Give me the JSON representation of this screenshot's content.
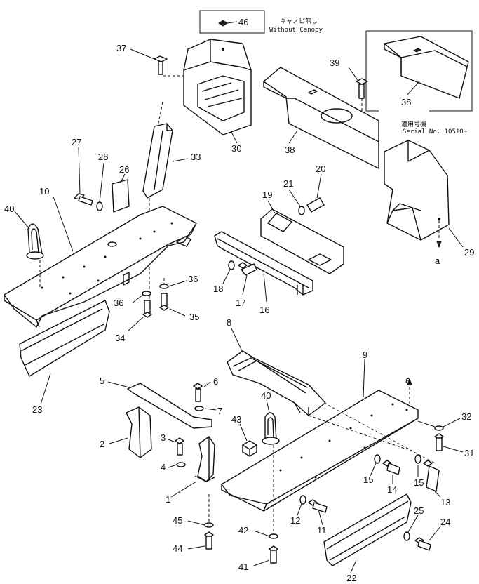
{
  "notes": {
    "without_canopy_jp": "キャノピ無し",
    "without_canopy_en": "Without Canopy",
    "serial_jp": "適用号機",
    "serial_en": "Serial No. 10510~",
    "arrow_label_a": "a"
  },
  "callouts": [
    {
      "id": "c1",
      "label": "1"
    },
    {
      "id": "c2",
      "label": "2"
    },
    {
      "id": "c3",
      "label": "3"
    },
    {
      "id": "c4",
      "label": "4"
    },
    {
      "id": "c5",
      "label": "5"
    },
    {
      "id": "c6",
      "label": "6"
    },
    {
      "id": "c7",
      "label": "7"
    },
    {
      "id": "c8",
      "label": "8"
    },
    {
      "id": "c9",
      "label": "9"
    },
    {
      "id": "c10",
      "label": "10"
    },
    {
      "id": "c11",
      "label": "11"
    },
    {
      "id": "c12",
      "label": "12"
    },
    {
      "id": "c13",
      "label": "13"
    },
    {
      "id": "c14",
      "label": "14"
    },
    {
      "id": "c15a",
      "label": "15"
    },
    {
      "id": "c15b",
      "label": "15"
    },
    {
      "id": "c16",
      "label": "16"
    },
    {
      "id": "c17",
      "label": "17"
    },
    {
      "id": "c18",
      "label": "18"
    },
    {
      "id": "c19",
      "label": "19"
    },
    {
      "id": "c20",
      "label": "20"
    },
    {
      "id": "c21",
      "label": "21"
    },
    {
      "id": "c22",
      "label": "22"
    },
    {
      "id": "c23",
      "label": "23"
    },
    {
      "id": "c24",
      "label": "24"
    },
    {
      "id": "c25",
      "label": "25"
    },
    {
      "id": "c26",
      "label": "26"
    },
    {
      "id": "c27",
      "label": "27"
    },
    {
      "id": "c28",
      "label": "28"
    },
    {
      "id": "c29",
      "label": "29"
    },
    {
      "id": "c30",
      "label": "30"
    },
    {
      "id": "c31",
      "label": "31"
    },
    {
      "id": "c32",
      "label": "32"
    },
    {
      "id": "c33",
      "label": "33"
    },
    {
      "id": "c34",
      "label": "34"
    },
    {
      "id": "c35",
      "label": "35"
    },
    {
      "id": "c36a",
      "label": "36"
    },
    {
      "id": "c36b",
      "label": "36"
    },
    {
      "id": "c37",
      "label": "37"
    },
    {
      "id": "c38a",
      "label": "38"
    },
    {
      "id": "c38b",
      "label": "38"
    },
    {
      "id": "c39",
      "label": "39"
    },
    {
      "id": "c40a",
      "label": "40"
    },
    {
      "id": "c40b",
      "label": "40"
    },
    {
      "id": "c41",
      "label": "41"
    },
    {
      "id": "c42",
      "label": "42"
    },
    {
      "id": "c43",
      "label": "43"
    },
    {
      "id": "c44",
      "label": "44"
    },
    {
      "id": "c45",
      "label": "45"
    },
    {
      "id": "c46",
      "label": "46"
    }
  ]
}
